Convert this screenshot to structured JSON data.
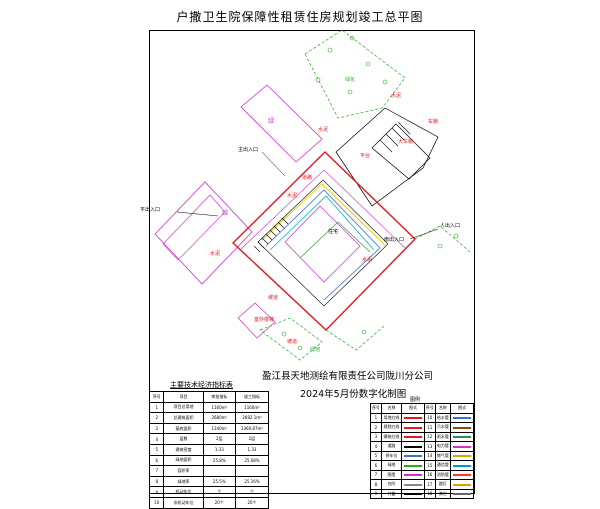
{
  "title": "户撒卫生院保障性租赁住房规划竣工总平图",
  "company": "盈江县天地测绘有限责任公司陇川分公司",
  "made": "2024年5月份数字化制图",
  "labels": {
    "green": "绿",
    "greens": "绿",
    "shed": "车棚",
    "fence": "大车棚",
    "ramp": "坡道",
    "road": "水泥",
    "entry_main": "主出入口",
    "entry_left": "平出入口",
    "entry_road": "南出入口",
    "entry_bottom": "室外楼梯",
    "entry_right": "人出入口",
    "bldg": "住宅",
    "text_a": "水泥",
    "text_b": "水泥",
    "text_c": "水泥",
    "text_d": "水泥",
    "text_e": "坡道",
    "text_f": "绿地",
    "text_g": "道路",
    "text_h": "绿化",
    "text_i": "平台"
  },
  "tech_table": {
    "title": "主要技术经济指标表",
    "headers": [
      "序号",
      "项目",
      "审批指标",
      "竣工指标"
    ],
    "rows": [
      [
        "1",
        "项目总用地",
        "1160m²",
        "1160m²"
      ],
      [
        "2",
        "总建筑面积",
        "2680m²",
        "2682.1m²"
      ],
      [
        "3",
        "基底面积",
        "1340m²",
        "1360.87m²"
      ],
      [
        "4",
        "层数",
        "2层",
        "2层"
      ],
      [
        "5",
        "建筑密度",
        "1.33",
        "1.33"
      ],
      [
        "6",
        "绿地面积",
        "25.8%",
        "25.68%"
      ],
      [
        "7",
        "容积率",
        "",
        ""
      ],
      [
        "8",
        "绿地率",
        "25.5%",
        "25.16%"
      ],
      [
        "9",
        "机动车位",
        "个",
        "个"
      ],
      [
        "10",
        "非机动车位",
        "20个",
        "20个"
      ]
    ]
  },
  "legend": {
    "title": "图例",
    "headers": [
      "序号",
      "名称",
      "图式",
      "序号",
      "名称",
      "图式"
    ],
    "rows": [
      [
        "1",
        "用地红线",
        "#e5191f",
        "10",
        "给水管",
        "#3b6fd6"
      ],
      [
        "2",
        "规划红线",
        "#e5191f",
        "11",
        "污水管",
        "#8b4513"
      ],
      [
        "3",
        "建筑红线",
        "#e5191f",
        "12",
        "雨水管",
        "#2e8b57"
      ],
      [
        "4",
        "道路",
        "#000000",
        "13",
        "电力管",
        "#cc33cc"
      ],
      [
        "5",
        "停车位",
        "#3b6fd6",
        "14",
        "燃气管",
        "#d9a400"
      ],
      [
        "6",
        "绿地",
        "#2aa82a",
        "15",
        "通信管",
        "#0099cc"
      ],
      [
        "7",
        "围墙",
        "#cc33cc",
        "16",
        "消防管",
        "#ff3333"
      ],
      [
        "8",
        "台阶",
        "#888888",
        "17",
        "路灯",
        "#d9a400"
      ],
      [
        "9",
        "井盖",
        "#000000",
        "18",
        "其它",
        "#666666"
      ]
    ]
  },
  "colors": {
    "red": "#e5191f",
    "green": "#2aa82a",
    "magenta": "#cc33cc",
    "yellow": "#e8d400",
    "blue": "#3b6fd6",
    "cyan": "#00b7d9"
  }
}
